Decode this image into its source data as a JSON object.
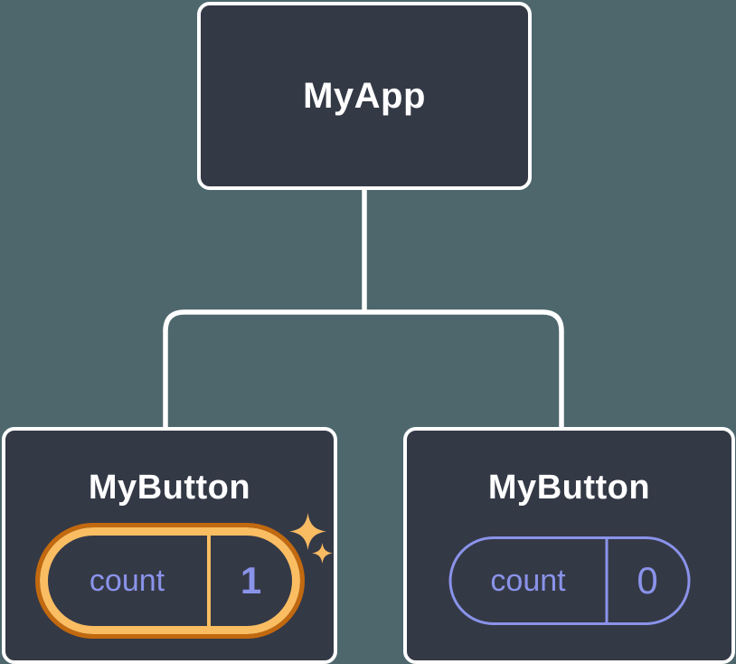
{
  "diagram": {
    "description": "React component tree with state",
    "root": {
      "label": "MyApp"
    },
    "children": [
      {
        "label": "MyButton",
        "state": {
          "key": "count",
          "value": "1"
        },
        "highlighted": true
      },
      {
        "label": "MyButton",
        "state": {
          "key": "count",
          "value": "0"
        },
        "highlighted": false
      }
    ]
  },
  "icons": {
    "sparkle_large": "four-point-star",
    "sparkle_small": "four-point-star"
  },
  "colors": {
    "canvas-bg": "#4d676d",
    "node-fill": "#343946",
    "node-border": "#ffffff",
    "connector": "#ffffff",
    "title-text": "#ffffff",
    "state-purple": "#8a93ea",
    "highlight-gold": "#fabd62",
    "highlight-orange": "#c2690f",
    "sparkle-gold": "#f9bc63"
  }
}
